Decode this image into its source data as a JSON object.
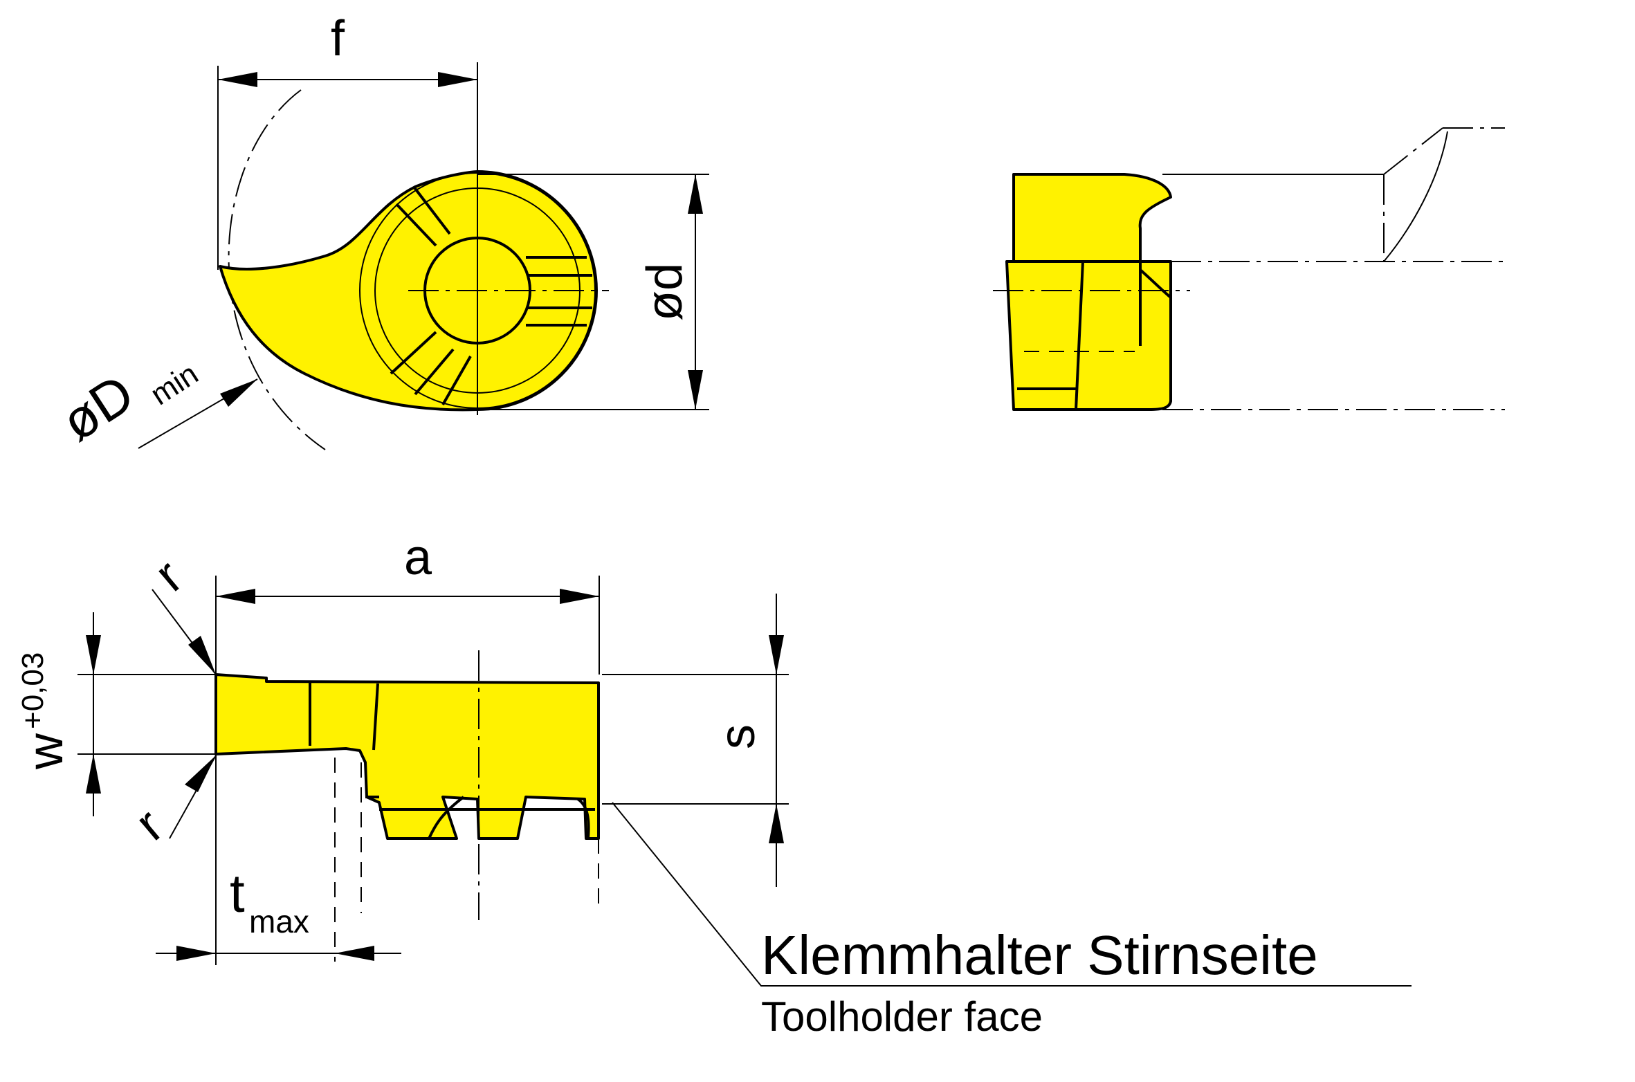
{
  "colors": {
    "part_fill": "#FFF200",
    "line": "#000000",
    "background": "#FFFFFF"
  },
  "labels": {
    "f": "f",
    "d": "ød",
    "D_main": "øD",
    "D_sub": "min",
    "a": "a",
    "s": "s",
    "w_main": "w",
    "w_tol": "+0,03",
    "r_top": "r",
    "r_bottom": "r",
    "t_main": "t",
    "t_sub": "max"
  },
  "callout": {
    "title": "Klemmhalter Stirnseite",
    "subtitle": "Toolholder face"
  }
}
